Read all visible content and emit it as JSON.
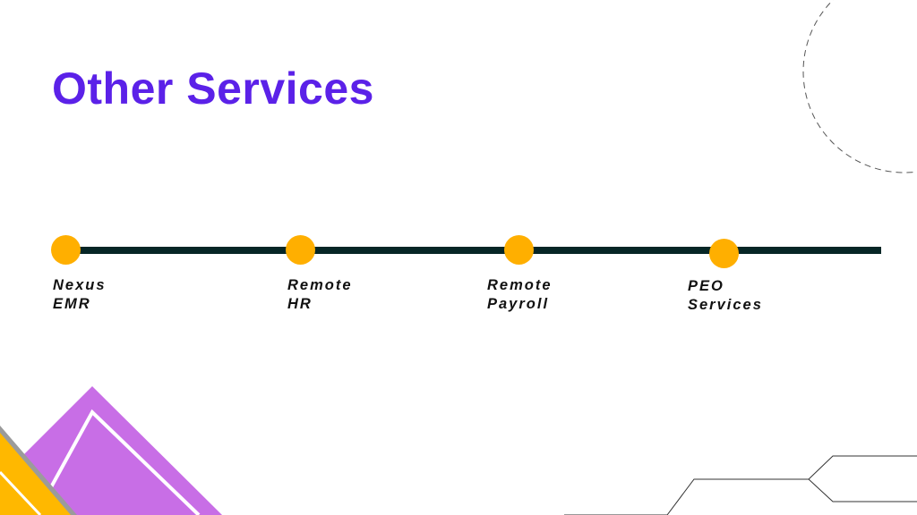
{
  "slide": {
    "title": "Other Services"
  },
  "timeline": {
    "items": [
      {
        "line1": "Nexus",
        "line2": "EMR"
      },
      {
        "line1": "Remote",
        "line2": "HR"
      },
      {
        "line1": "Remote",
        "line2": "Payroll"
      },
      {
        "line1": "PEO",
        "line2": "Services"
      }
    ]
  },
  "colors": {
    "title": "#5b21e8",
    "line": "#062626",
    "dot": "#ffaf00",
    "triangle_purple": "#c86ee6",
    "triangle_orange": "#ffb800"
  }
}
